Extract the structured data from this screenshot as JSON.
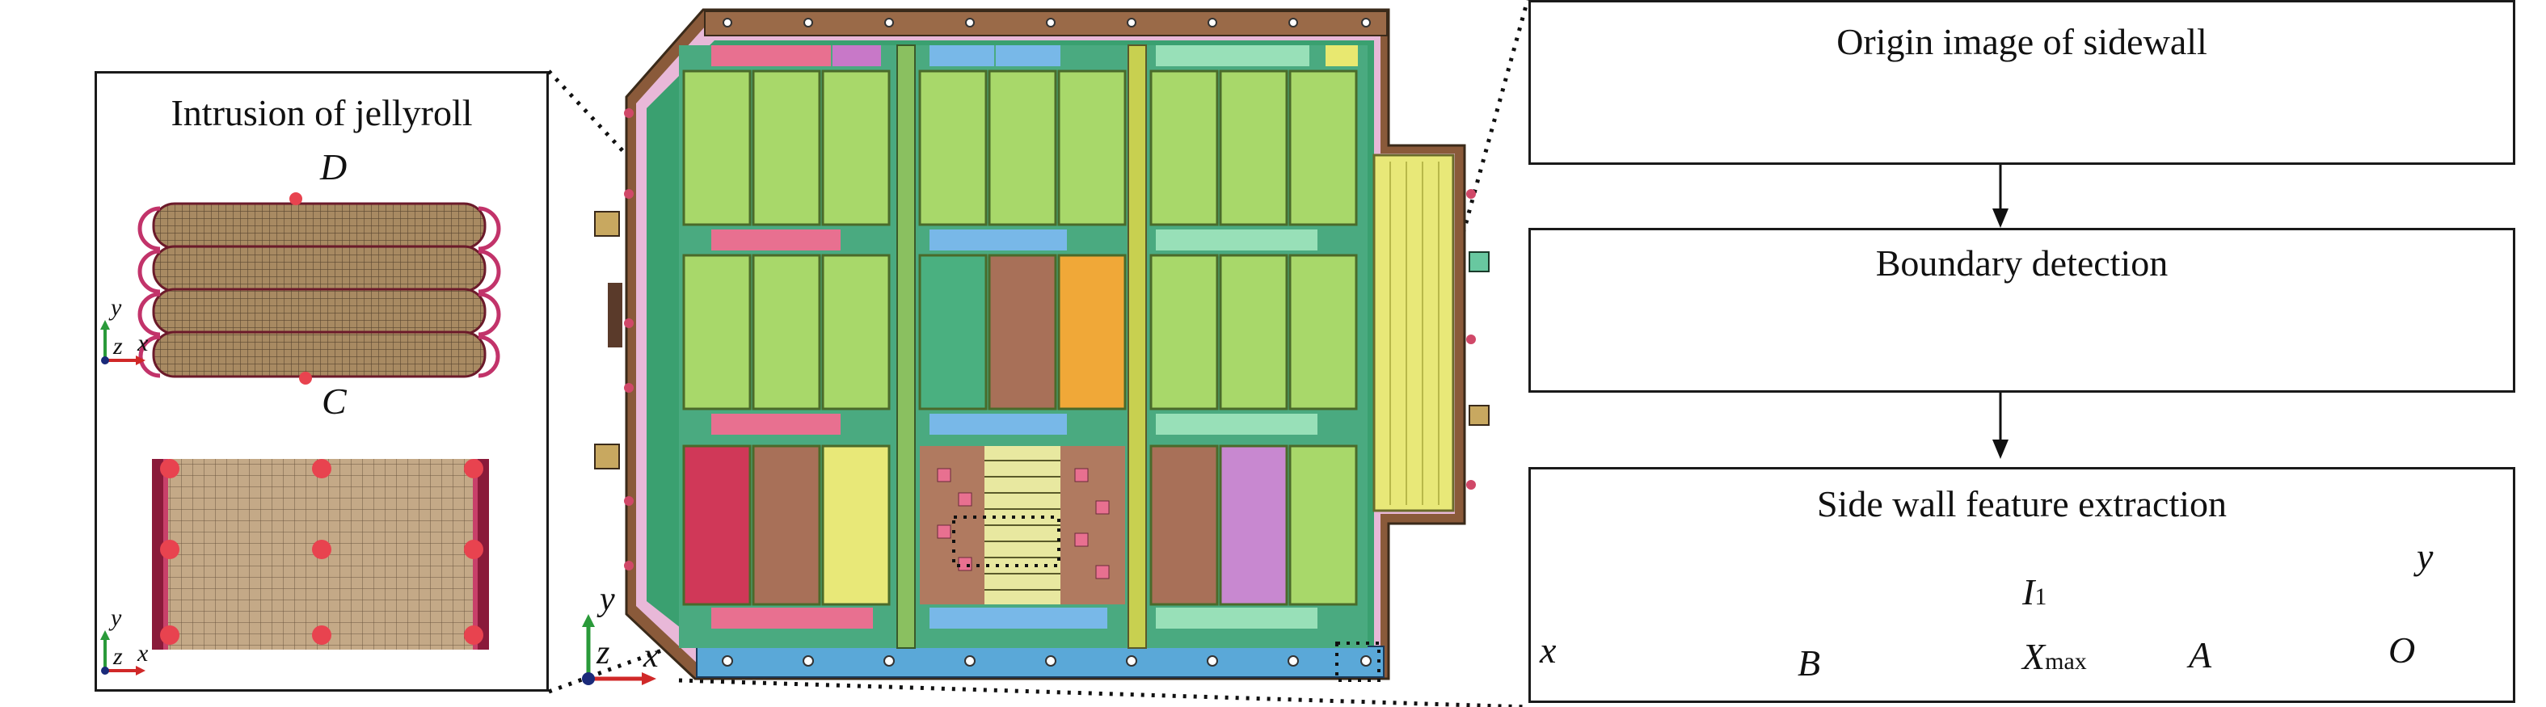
{
  "left_panel": {
    "title": "Intrusion of jellyroll",
    "point_top": "D",
    "point_bottom": "C",
    "axis_y": "y",
    "axis_z": "z",
    "axis_x": "x"
  },
  "battery_pack": {
    "axis_y": "y",
    "axis_z": "z",
    "axis_x": "x"
  },
  "right_panels": {
    "origin": {
      "title": "Origin image of sidewall"
    },
    "boundary": {
      "title": "Boundary detection"
    },
    "feature": {
      "title": "Side wall feature extraction",
      "axis_x": "x",
      "axis_y": "y",
      "origin_label": "O",
      "point_a": "A",
      "point_b": "B",
      "xmax": "X",
      "xmax_sub": "max",
      "intrusion": "I",
      "intrusion_sub": "1"
    }
  },
  "colors": {
    "sidewall_blue": "#3d9ad1",
    "boundary_red": "#e03040",
    "marker_red": "#e8434f",
    "cell_green": "#a8d86a",
    "jellyroll_brown": "#9b7e5a"
  }
}
